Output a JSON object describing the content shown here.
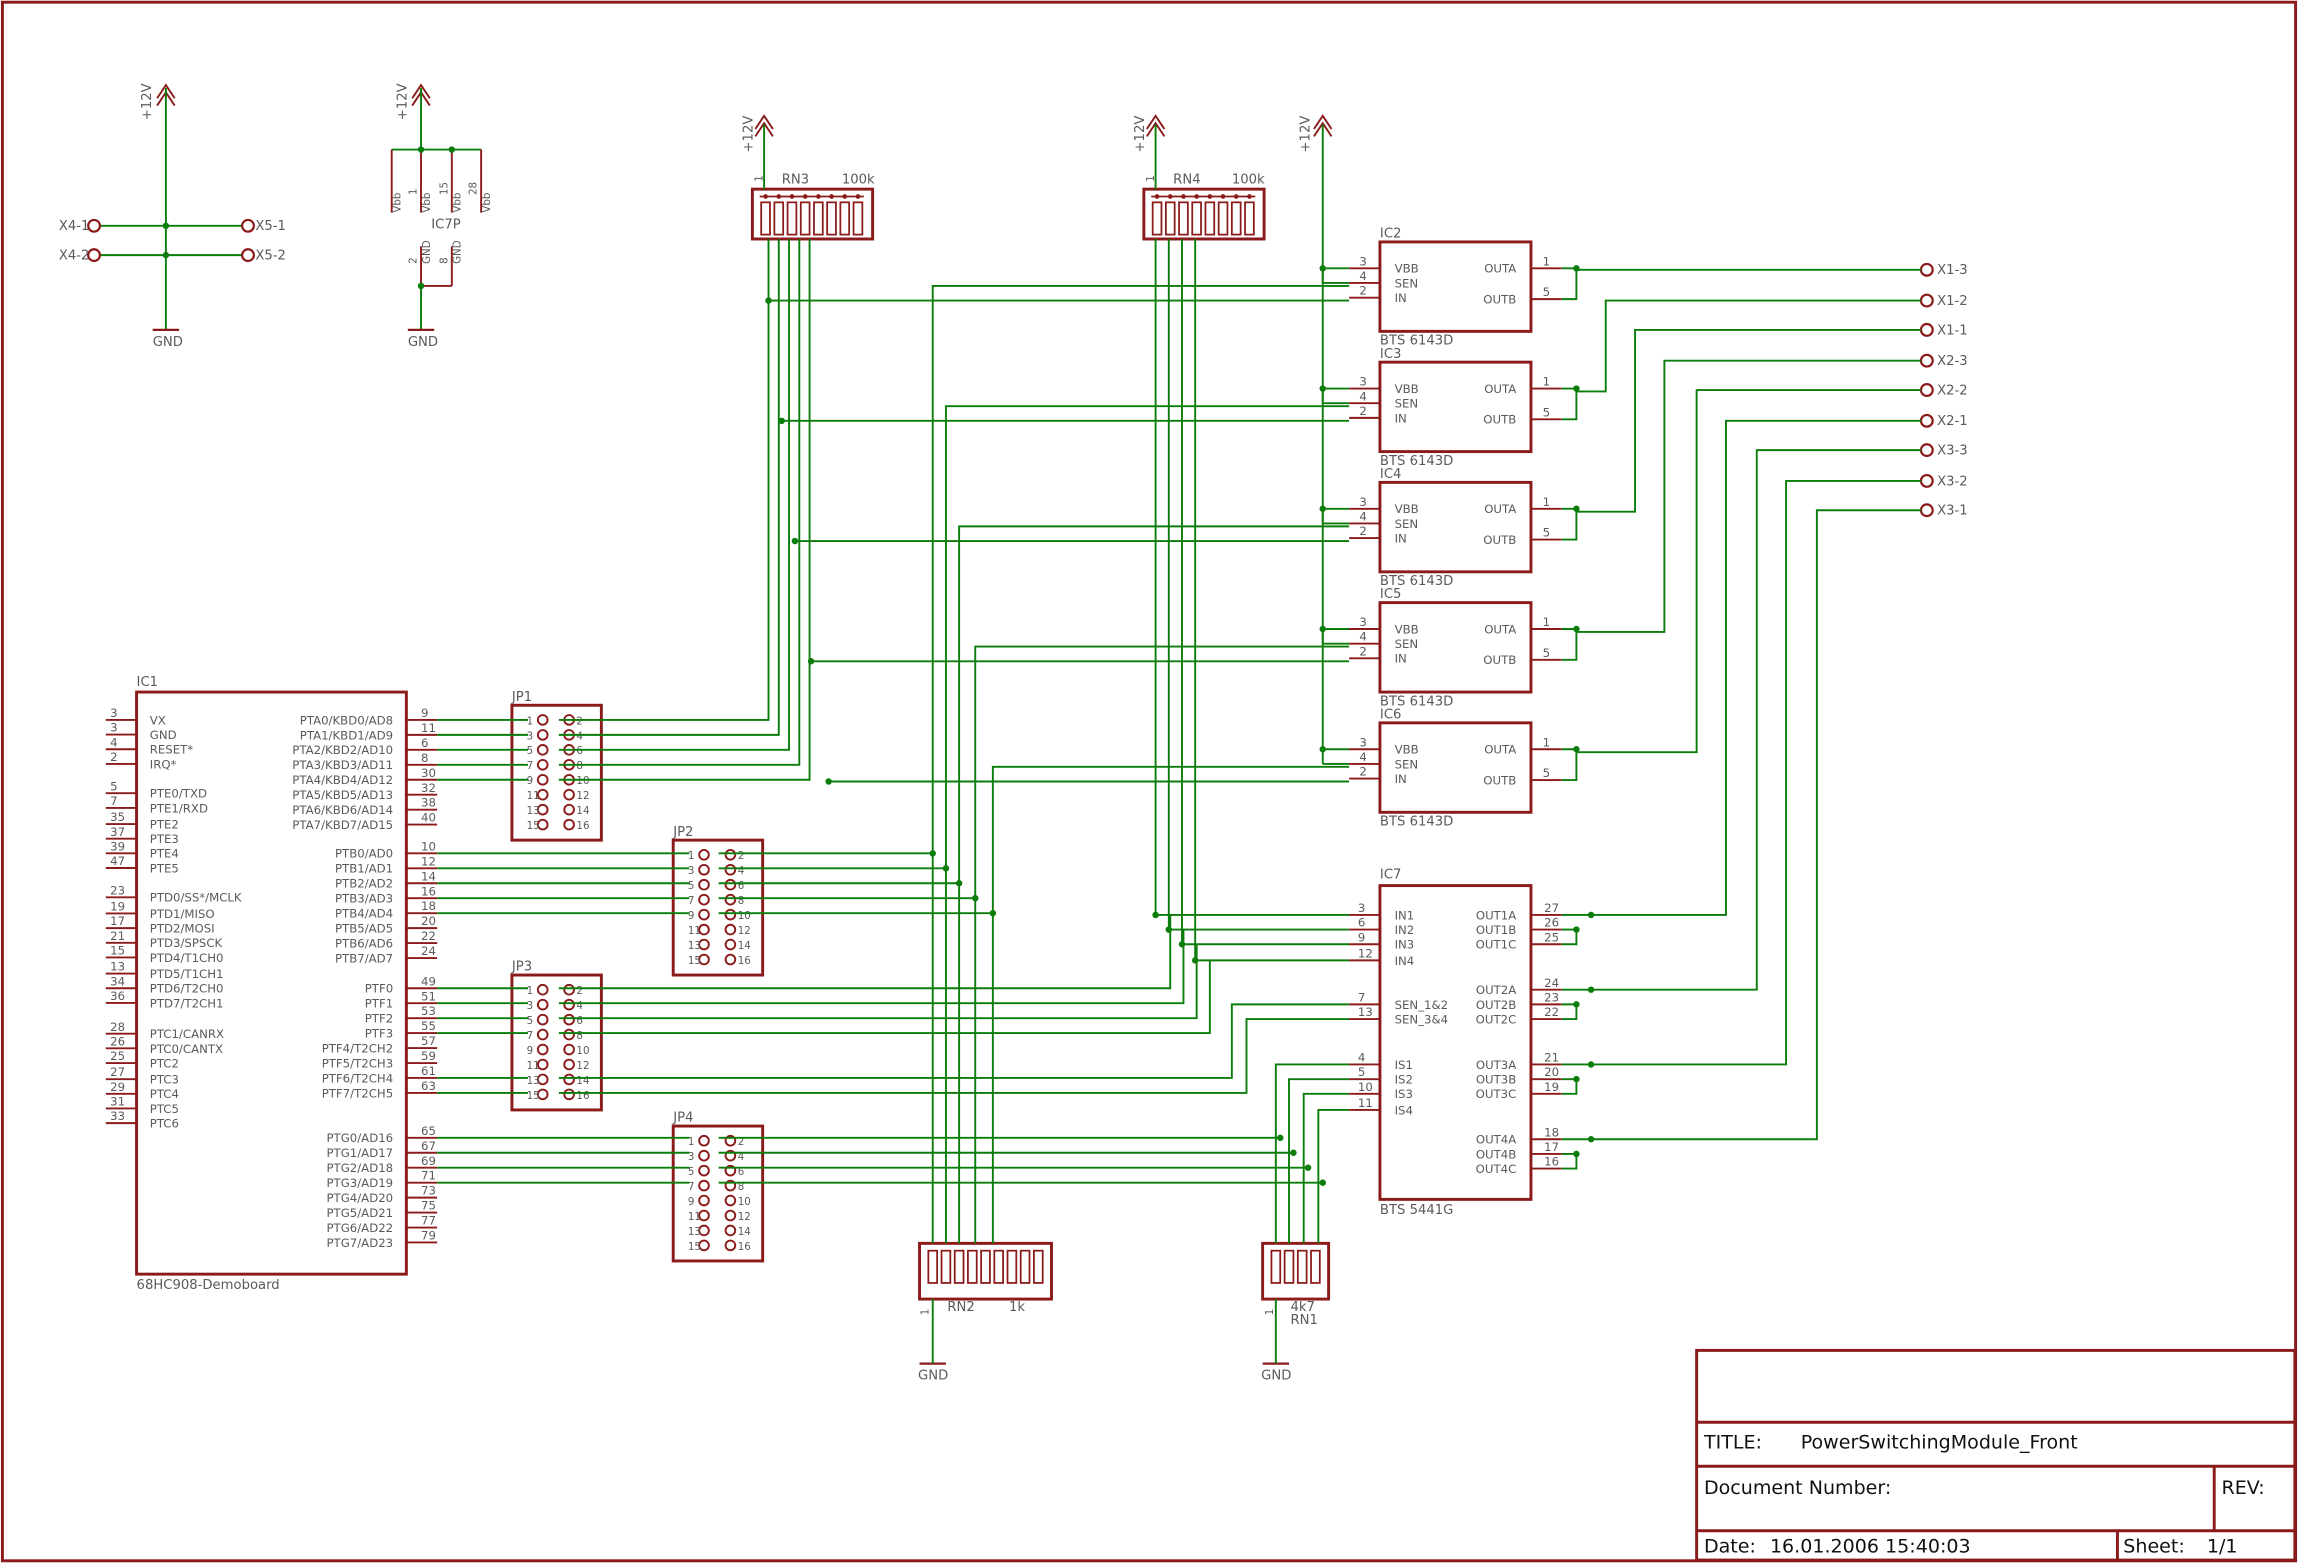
{
  "colors": {
    "border": "#8b1a1a",
    "wire": "#0a7d0a",
    "label": "#5a5a5a",
    "symbol": "#8b1a1a",
    "frame_text": "#111111"
  },
  "supplies": {
    "vcc": "+12V",
    "gnd": "GND"
  },
  "connectors": {
    "x4_1": "X4-1",
    "x4_2": "X4-2",
    "x5_1": "X5-1",
    "x5_2": "X5-2"
  },
  "ic7p": {
    "name": "IC7P",
    "vbb_pins": [
      "1",
      "15",
      "28"
    ],
    "vbb_labels": [
      "Vbb",
      "Vbb",
      "Vbb",
      "Vbb"
    ],
    "gnd_pins": [
      "2",
      "8"
    ],
    "gnd_labels": [
      "GND",
      "GND"
    ]
  },
  "rn3": {
    "name": "RN3",
    "value": "100k"
  },
  "rn4": {
    "name": "RN4",
    "value": "100k"
  },
  "rn2": {
    "name": "RN2",
    "value": "1k"
  },
  "rn1": {
    "name": "RN1",
    "value": "4k7"
  },
  "rn_pin_one": "1",
  "ic1": {
    "name": "IC1",
    "part": "68HC908-Demoboard",
    "left_pins": [
      {
        "num": "3",
        "name": "VX"
      },
      {
        "num": "3",
        "name": "GND"
      },
      {
        "num": "4",
        "name": "RESET*"
      },
      {
        "num": "2",
        "name": "IRQ*"
      },
      {
        "num": "5",
        "name": "PTE0/TXD"
      },
      {
        "num": "7",
        "name": "PTE1/RXD"
      },
      {
        "num": "35",
        "name": "PTE2"
      },
      {
        "num": "37",
        "name": "PTE3"
      },
      {
        "num": "39",
        "name": "PTE4"
      },
      {
        "num": "47",
        "name": "PTE5"
      },
      {
        "num": "23",
        "name": "PTD0/SS*/MCLK"
      },
      {
        "num": "19",
        "name": "PTD1/MISO"
      },
      {
        "num": "17",
        "name": "PTD2/MOSI"
      },
      {
        "num": "21",
        "name": "PTD3/SPSCK"
      },
      {
        "num": "15",
        "name": "PTD4/T1CH0"
      },
      {
        "num": "13",
        "name": "PTD5/T1CH1"
      },
      {
        "num": "34",
        "name": "PTD6/T2CH0"
      },
      {
        "num": "36",
        "name": "PTD7/T2CH1"
      },
      {
        "num": "28",
        "name": "PTC1/CANRX"
      },
      {
        "num": "26",
        "name": "PTC0/CANTX"
      },
      {
        "num": "25",
        "name": "PTC2"
      },
      {
        "num": "27",
        "name": "PTC3"
      },
      {
        "num": "29",
        "name": "PTC4"
      },
      {
        "num": "31",
        "name": "PTC5"
      },
      {
        "num": "33",
        "name": "PTC6"
      }
    ],
    "right_pins": [
      {
        "num": "9",
        "name": "PTA0/KBD0/AD8"
      },
      {
        "num": "11",
        "name": "PTA1/KBD1/AD9"
      },
      {
        "num": "6",
        "name": "PTA2/KBD2/AD10"
      },
      {
        "num": "8",
        "name": "PTA3/KBD3/AD11"
      },
      {
        "num": "30",
        "name": "PTA4/KBD4/AD12"
      },
      {
        "num": "32",
        "name": "PTA5/KBD5/AD13"
      },
      {
        "num": "38",
        "name": "PTA6/KBD6/AD14"
      },
      {
        "num": "40",
        "name": "PTA7/KBD7/AD15"
      },
      {
        "num": "10",
        "name": "PTB0/AD0"
      },
      {
        "num": "12",
        "name": "PTB1/AD1"
      },
      {
        "num": "14",
        "name": "PTB2/AD2"
      },
      {
        "num": "16",
        "name": "PTB3/AD3"
      },
      {
        "num": "18",
        "name": "PTB4/AD4"
      },
      {
        "num": "20",
        "name": "PTB5/AD5"
      },
      {
        "num": "22",
        "name": "PTB6/AD6"
      },
      {
        "num": "24",
        "name": "PTB7/AD7"
      },
      {
        "num": "49",
        "name": "PTF0"
      },
      {
        "num": "51",
        "name": "PTF1"
      },
      {
        "num": "53",
        "name": "PTF2"
      },
      {
        "num": "55",
        "name": "PTF3"
      },
      {
        "num": "57",
        "name": "PTF4/T2CH2"
      },
      {
        "num": "59",
        "name": "PTF5/T2CH3"
      },
      {
        "num": "61",
        "name": "PTF6/T2CH4"
      },
      {
        "num": "63",
        "name": "PTF7/T2CH5"
      },
      {
        "num": "65",
        "name": "PTG0/AD16"
      },
      {
        "num": "67",
        "name": "PTG1/AD17"
      },
      {
        "num": "69",
        "name": "PTG2/AD18"
      },
      {
        "num": "71",
        "name": "PTG3/AD19"
      },
      {
        "num": "73",
        "name": "PTG4/AD20"
      },
      {
        "num": "75",
        "name": "PTG5/AD21"
      },
      {
        "num": "77",
        "name": "PTG6/AD22"
      },
      {
        "num": "79",
        "name": "PTG7/AD23"
      }
    ]
  },
  "jumpers": [
    {
      "name": "JP1",
      "left": [
        "1",
        "3",
        "5",
        "7",
        "9",
        "11",
        "13",
        "15"
      ],
      "right": [
        "2",
        "4",
        "6",
        "8",
        "10",
        "12",
        "14",
        "16"
      ]
    },
    {
      "name": "JP2",
      "left": [
        "1",
        "3",
        "5",
        "7",
        "9",
        "11",
        "13",
        "15"
      ],
      "right": [
        "2",
        "4",
        "6",
        "8",
        "10",
        "12",
        "14",
        "16"
      ]
    },
    {
      "name": "JP3",
      "left": [
        "1",
        "3",
        "5",
        "7",
        "9",
        "11",
        "13",
        "15"
      ],
      "right": [
        "2",
        "4",
        "6",
        "8",
        "10",
        "12",
        "14",
        "16"
      ]
    },
    {
      "name": "JP4",
      "left": [
        "1",
        "3",
        "5",
        "7",
        "9",
        "11",
        "13",
        "15"
      ],
      "right": [
        "2",
        "4",
        "6",
        "8",
        "10",
        "12",
        "14",
        "16"
      ]
    }
  ],
  "bts6143": {
    "part": "BTS 6143D",
    "pins_in": [
      {
        "num": "3",
        "name": "VBB"
      },
      {
        "num": "4",
        "name": "SEN"
      },
      {
        "num": "2",
        "name": "IN"
      }
    ],
    "pins_out": [
      {
        "num": "1",
        "name": "OUTA"
      },
      {
        "num": "5",
        "name": "OUTB"
      }
    ],
    "names": [
      "IC2",
      "IC3",
      "IC4",
      "IC5",
      "IC6"
    ]
  },
  "ic7": {
    "name": "IC7",
    "part": "BTS 5441G",
    "left_pins": [
      {
        "num": "3",
        "name": "IN1"
      },
      {
        "num": "6",
        "name": "IN2"
      },
      {
        "num": "9",
        "name": "IN3"
      },
      {
        "num": "12",
        "name": "IN4"
      },
      {
        "num": "7",
        "name": "SEN_1&2"
      },
      {
        "num": "13",
        "name": "SEN_3&4"
      },
      {
        "num": "4",
        "name": "IS1"
      },
      {
        "num": "5",
        "name": "IS2"
      },
      {
        "num": "10",
        "name": "IS3"
      },
      {
        "num": "11",
        "name": "IS4"
      }
    ],
    "right_pins": [
      {
        "num": "27",
        "name": "OUT1A"
      },
      {
        "num": "26",
        "name": "OUT1B"
      },
      {
        "num": "25",
        "name": "OUT1C"
      },
      {
        "num": "24",
        "name": "OUT2A"
      },
      {
        "num": "23",
        "name": "OUT2B"
      },
      {
        "num": "22",
        "name": "OUT2C"
      },
      {
        "num": "21",
        "name": "OUT3A"
      },
      {
        "num": "20",
        "name": "OUT3B"
      },
      {
        "num": "19",
        "name": "OUT3C"
      },
      {
        "num": "18",
        "name": "OUT4A"
      },
      {
        "num": "17",
        "name": "OUT4B"
      },
      {
        "num": "16",
        "name": "OUT4C"
      }
    ]
  },
  "outputs": [
    "X1-3",
    "X1-2",
    "X1-1",
    "X2-3",
    "X2-2",
    "X2-1",
    "X3-3",
    "X3-2",
    "X3-1"
  ],
  "title_block": {
    "title_label": "TITLE:",
    "title": "PowerSwitchingModule_Front",
    "docnum_label": "Document Number:",
    "rev_label": "REV:",
    "date_label": "Date:",
    "date": "16.01.2006 15:40:03",
    "sheet_label": "Sheet:",
    "sheet": "1/1"
  }
}
